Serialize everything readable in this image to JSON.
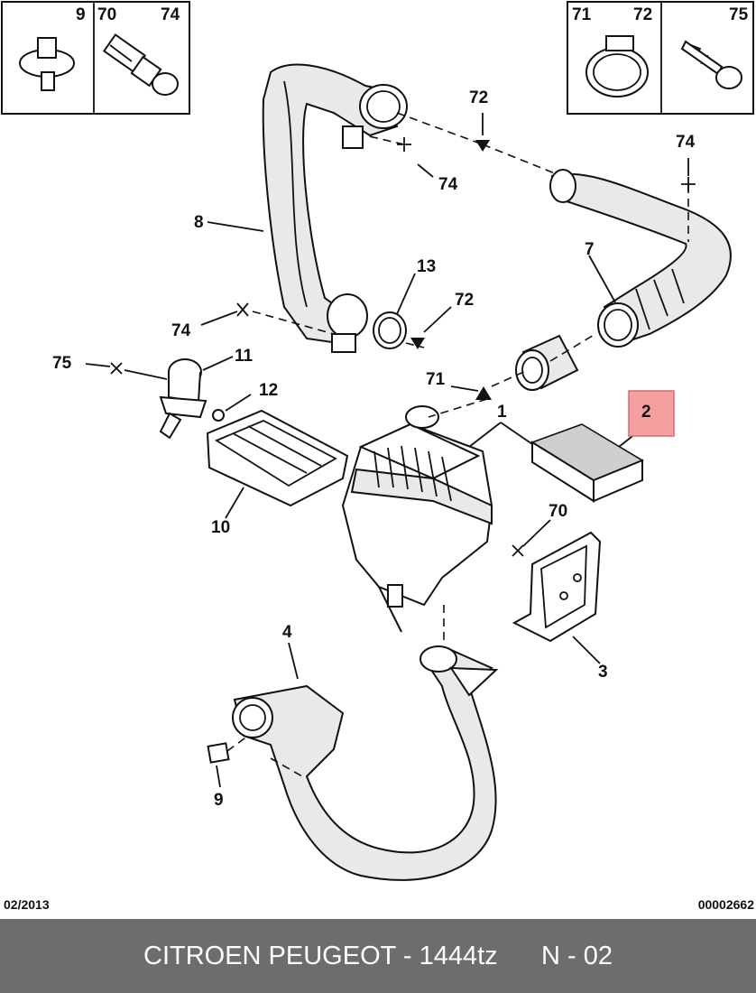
{
  "callouts": {
    "c1": "1",
    "c2": "2",
    "c3": "3",
    "c4": "4",
    "c7": "7",
    "c8": "8",
    "c9": "9",
    "c10": "10",
    "c11": "11",
    "c12": "12",
    "c13": "13",
    "c70": "70",
    "c71": "71",
    "c72a": "72",
    "c72b": "72",
    "c74a": "74",
    "c74b": "74",
    "c74c": "74",
    "c75": "75"
  },
  "legend_left": {
    "a": "9",
    "b": "70",
    "c": "74"
  },
  "legend_right": {
    "a": "71",
    "b": "72",
    "c": "75"
  },
  "meta": {
    "date": "02/2013",
    "code": "00002662"
  },
  "footer": {
    "text": "CITROEN PEUGEOT - 1444tz      N - 02"
  },
  "colors": {
    "footer_bg": "#6d6d6d",
    "highlight": "#f4a0a0"
  }
}
